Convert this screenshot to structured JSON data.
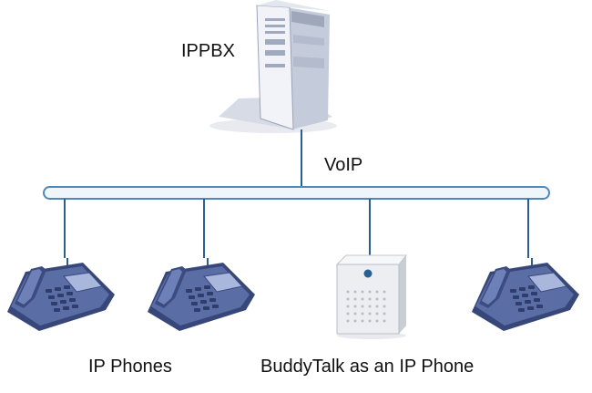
{
  "labels": {
    "server": "IPPBX",
    "network": "VoIP",
    "phones": "IP Phones",
    "buddytalk": "BuddyTalk as an IP Phone"
  },
  "colors": {
    "bus_fill": "#eef6fc",
    "bus_stroke": "#4f88bd",
    "link": "#2a5f94",
    "phone_body": "#5668a0",
    "phone_dark": "#38477a",
    "phone_light": "#8fa0cc",
    "server_body": "#f1f3f8",
    "server_side": "#c4cbda"
  },
  "icons": [
    "server-icon",
    "desk-phone-icon",
    "buddytalk-device-icon"
  ]
}
